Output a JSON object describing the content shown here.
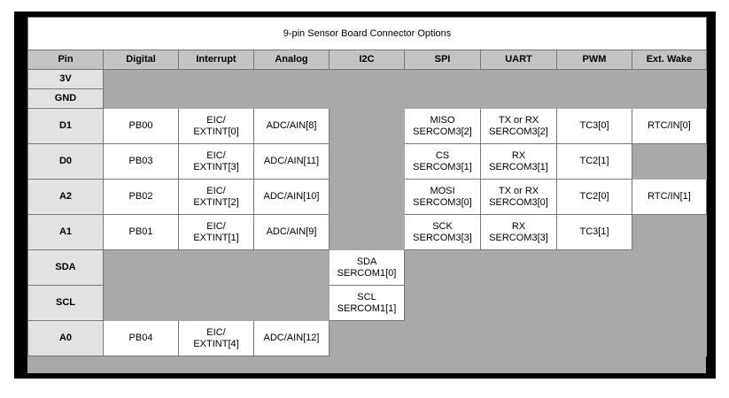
{
  "table": {
    "title": "9-pin Sensor Board Connector Options",
    "columns": [
      {
        "key": "pin",
        "label": "Pin"
      },
      {
        "key": "digital",
        "label": "Digital"
      },
      {
        "key": "interrupt",
        "label": "Interrupt"
      },
      {
        "key": "analog",
        "label": "Analog"
      },
      {
        "key": "i2c",
        "label": "I2C"
      },
      {
        "key": "spi",
        "label": "SPI"
      },
      {
        "key": "uart",
        "label": "UART"
      },
      {
        "key": "pwm",
        "label": "PWM"
      },
      {
        "key": "extwake",
        "label": "Ext. Wake"
      }
    ],
    "rows": [
      {
        "pin": "3V",
        "height": "short",
        "cells": [
          null,
          null,
          null,
          null,
          null,
          null,
          null,
          null
        ]
      },
      {
        "pin": "GND",
        "height": "short",
        "cells": [
          null,
          null,
          null,
          null,
          null,
          null,
          null,
          null
        ]
      },
      {
        "pin": "D1",
        "height": "tall",
        "cells": [
          [
            "PB00"
          ],
          [
            "EIC/",
            "EXTINT[0]"
          ],
          [
            "ADC/AIN[8]"
          ],
          null,
          [
            "MISO",
            "SERCOM3[2]"
          ],
          [
            "TX or RX",
            "SERCOM3[2]"
          ],
          [
            "TC3[0]"
          ],
          [
            "RTC/IN[0]"
          ]
        ]
      },
      {
        "pin": "D0",
        "height": "tall",
        "cells": [
          [
            "PB03"
          ],
          [
            "EIC/",
            "EXTINT[3]"
          ],
          [
            "ADC/AIN[11]"
          ],
          null,
          [
            "CS",
            "SERCOM3[1]"
          ],
          [
            "RX",
            "SERCOM3[1]"
          ],
          [
            "TC2[1]"
          ],
          null
        ]
      },
      {
        "pin": "A2",
        "height": "tall",
        "cells": [
          [
            "PB02"
          ],
          [
            "EIC/",
            "EXTINT[2]"
          ],
          [
            "ADC/AIN[10]"
          ],
          null,
          [
            "MOSI",
            "SERCOM3[0]"
          ],
          [
            "TX or RX",
            "SERCOM3[0]"
          ],
          [
            "TC2[0]"
          ],
          [
            "RTC/IN[1]"
          ]
        ]
      },
      {
        "pin": "A1",
        "height": "tall",
        "cells": [
          [
            "PB01"
          ],
          [
            "EIC/",
            "EXTINT[1]"
          ],
          [
            "ADC/AIN[9]"
          ],
          null,
          [
            "SCK",
            "SERCOM3[3]"
          ],
          [
            "RX",
            "SERCOM3[3]"
          ],
          [
            "TC3[1]"
          ],
          null
        ]
      },
      {
        "pin": "SDA",
        "height": "tall",
        "cells": [
          null,
          null,
          null,
          [
            "SDA",
            "SERCOM1[0]"
          ],
          null,
          null,
          null,
          null
        ]
      },
      {
        "pin": "SCL",
        "height": "tall",
        "cells": [
          null,
          null,
          null,
          [
            "SCL",
            "SERCOM1[1]"
          ],
          null,
          null,
          null,
          null
        ]
      },
      {
        "pin": "A0",
        "height": "tall",
        "cells": [
          [
            "PB04"
          ],
          [
            "EIC/",
            "EXTINT[4]"
          ],
          [
            "ADC/AIN[12]"
          ],
          null,
          null,
          null,
          null,
          null
        ]
      }
    ]
  },
  "colors": {
    "frame": "#000000",
    "title_bg": "#ffffff",
    "header_bg": "#c4c4c4",
    "pin_bg": "#e2e2e2",
    "cell_bg": "#ffffff",
    "empty_bg": "#a8a8a8",
    "gridline": "#777777"
  }
}
